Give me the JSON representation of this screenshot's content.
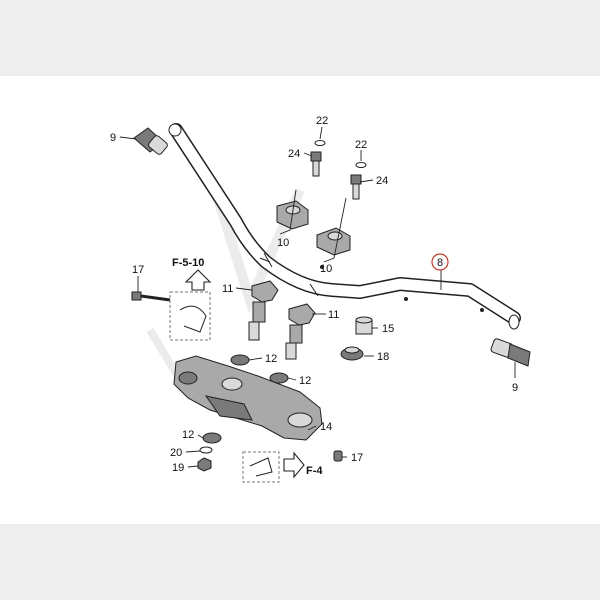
{
  "callouts": {
    "c9_top": "9",
    "c22_a": "22",
    "c22_b": "22",
    "c24_a": "24",
    "c24_b": "24",
    "c10_a": "10",
    "c10_b": "10",
    "c8": "8",
    "c17_left": "17",
    "c11_a": "11",
    "c11_b": "11",
    "c15": "15",
    "c18": "18",
    "c12_a": "12",
    "c12_b": "12",
    "c12_c": "12",
    "c14": "14",
    "c20": "20",
    "c19": "19",
    "c17_right": "17",
    "c9_bottom": "9"
  },
  "references": {
    "f5_10": "F-5-10",
    "f4": "F-4"
  },
  "colors": {
    "highlight_circle": "#c0392b",
    "watermark": "#c8c8c8"
  }
}
